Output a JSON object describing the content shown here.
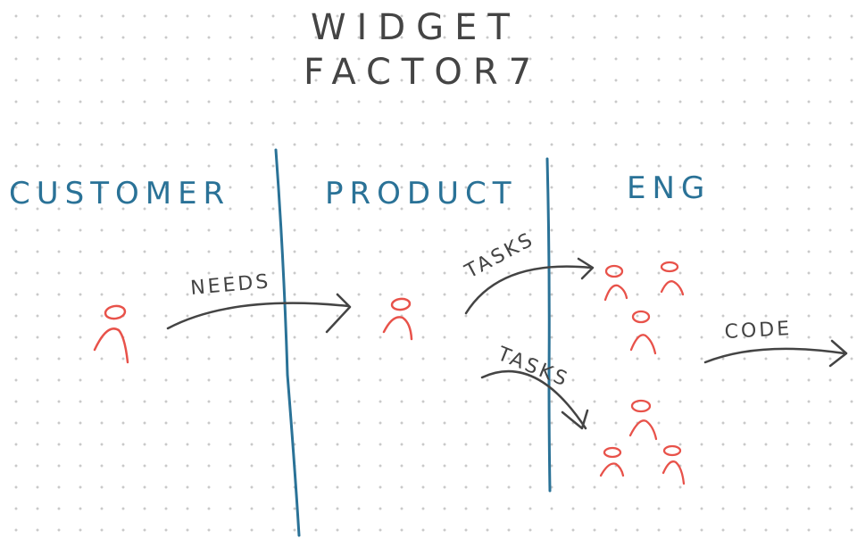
{
  "title": {
    "line1": "WIDGET",
    "line2": "FACTOR7"
  },
  "lanes": [
    {
      "label": "CUSTOMER"
    },
    {
      "label": "PRODUCT"
    },
    {
      "label": "ENG"
    }
  ],
  "arrows": {
    "needs": "NEEDS",
    "tasks_top": "TASKS",
    "tasks_bottom": "TASKS",
    "code": "CODE"
  },
  "colors": {
    "ink": "#444444",
    "lane": "#2a7297",
    "person": "#e8524a"
  }
}
